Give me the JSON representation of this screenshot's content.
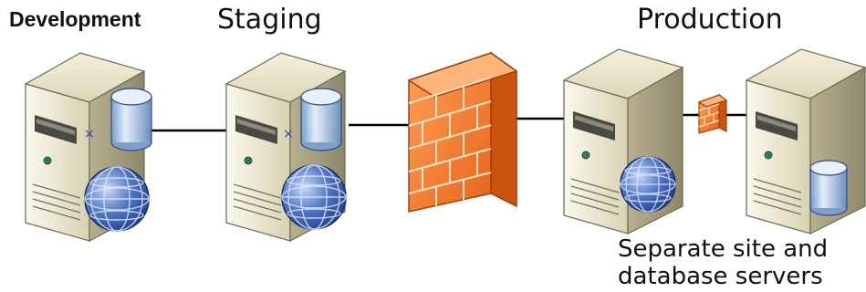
{
  "labels": {
    "development": "Development",
    "staging": "Staging",
    "production": "Production",
    "note_line1": "Separate site and",
    "note_line2": "database servers"
  },
  "colors": {
    "firewall": "#f07a2c",
    "server_body": "#ece6c9",
    "database": "#b8d1ee",
    "globe": "#3c63b5",
    "connector": "#000000"
  },
  "nodes": [
    {
      "name": "development-server",
      "role": "site + database server",
      "icons": [
        "database-icon",
        "globe-icon"
      ]
    },
    {
      "name": "staging-server",
      "role": "site + database server",
      "icons": [
        "database-icon",
        "globe-icon"
      ]
    },
    {
      "name": "firewall",
      "role": "firewall",
      "icons": [
        "brick-wall-icon"
      ]
    },
    {
      "name": "production-site-server",
      "role": "site server",
      "icons": [
        "globe-icon"
      ]
    },
    {
      "name": "production-internal-firewall",
      "role": "firewall",
      "icons": [
        "brick-wall-icon"
      ]
    },
    {
      "name": "production-database-server",
      "role": "database server",
      "icons": [
        "database-icon"
      ]
    }
  ]
}
